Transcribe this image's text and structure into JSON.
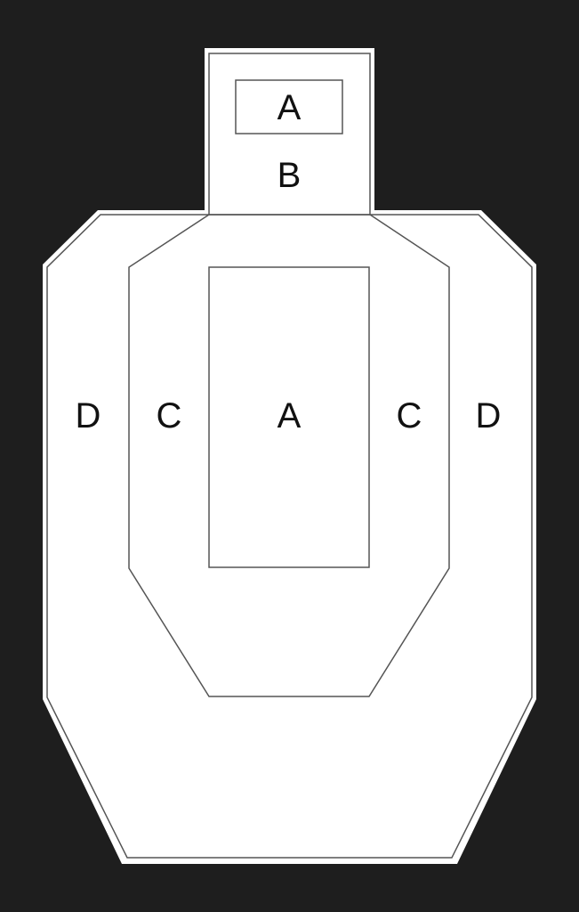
{
  "target": {
    "colors": {
      "background": "#1e1e1e",
      "silhouette_fill": "#ffffff",
      "outline": "#555555",
      "label": "#111111"
    },
    "labels": {
      "head_a": "A",
      "head_b": "B",
      "body_d_left": "D",
      "body_c_left": "C",
      "body_a": "A",
      "body_c_right": "C",
      "body_d_right": "D"
    }
  }
}
